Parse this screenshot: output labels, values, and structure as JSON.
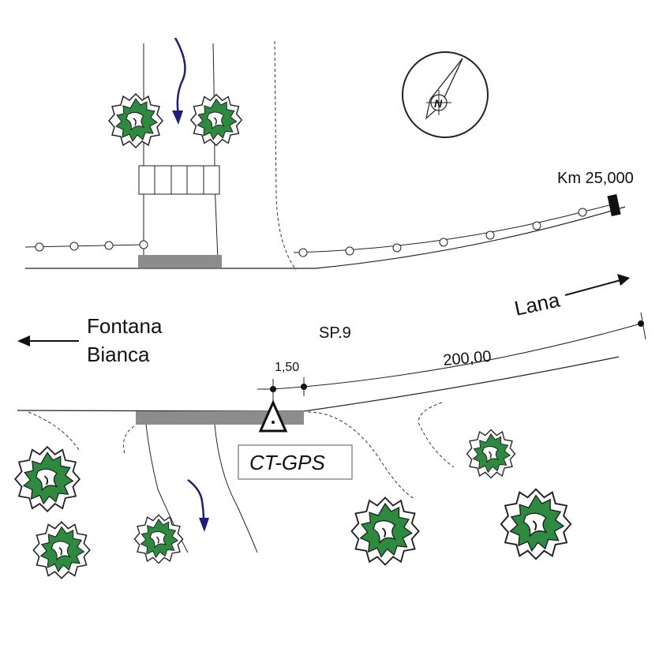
{
  "map": {
    "km_marker": "Km 25,000",
    "road_name": "SP.9",
    "direction_left": {
      "line1": "Fontana",
      "line2": "Bianca"
    },
    "direction_right": "Lana",
    "dim_short": "1,50",
    "dim_long": "200,00",
    "station_label": "CT-GPS",
    "compass_letter": "N"
  },
  "colors": {
    "tree_fill": "#2e8a3e",
    "water_arrow": "#1f1f7a",
    "bridge_gray": "#8c8c8c",
    "line": "#222222"
  }
}
